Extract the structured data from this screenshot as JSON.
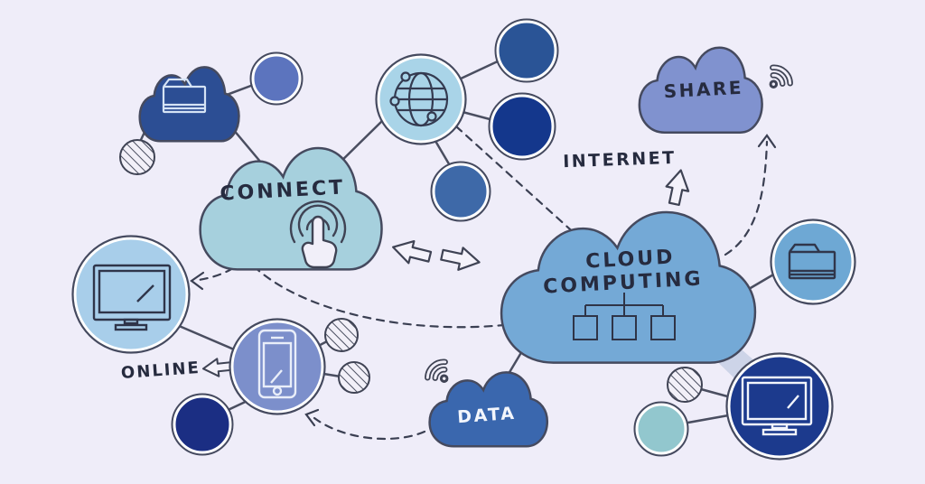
{
  "title": "Cloud computing hand-drawn concept illustration",
  "labels": {
    "connect": "CONNECT",
    "share": "SHARE",
    "internet": "INTERNET",
    "cloud_computing_line1": "CLOUD",
    "cloud_computing_line2": "COMPUTING",
    "online": "ONLINE",
    "data": "DATA"
  },
  "icons": {
    "folder": "folder-icon",
    "globe": "globe-icon",
    "monitor": "monitor-icon",
    "smartphone": "smartphone-icon",
    "wifi": "wifi-icon",
    "touch": "touch-tap-icon",
    "network_tree": "network-tree-icon",
    "arrow_left": "arrow-left-icon",
    "arrow_right": "arrow-right-icon",
    "arrow_up": "arrow-up-icon"
  },
  "colors": {
    "background": "#EFEDF9",
    "outline": "#454A5F",
    "text": "#262B3F",
    "folder_cloud": "#2C4E94",
    "periwinkle_circle": "#5C74BE",
    "connect_cloud": "#A6D0DD",
    "globe_circle": "#A9D4E8",
    "steel_circle": "#2A5496",
    "navy_circle": "#14378C",
    "blue_circle": "#3E69A8",
    "share_cloud": "#8092CF",
    "cloud_computing_cloud": "#74A9D6",
    "storage_circle": "#6EA8D4",
    "desktop_navy_circle": "#1C3A8D",
    "teal_circle": "#92C7CE",
    "data_cloud": "#3A67AE",
    "phone_circle": "#7C8FCB",
    "deep_navy_circle": "#1B2E83",
    "monitor_light_circle": "#A8CEEA",
    "ribbon": "#CDD4E8",
    "icon_light": "#F2F5FC"
  }
}
